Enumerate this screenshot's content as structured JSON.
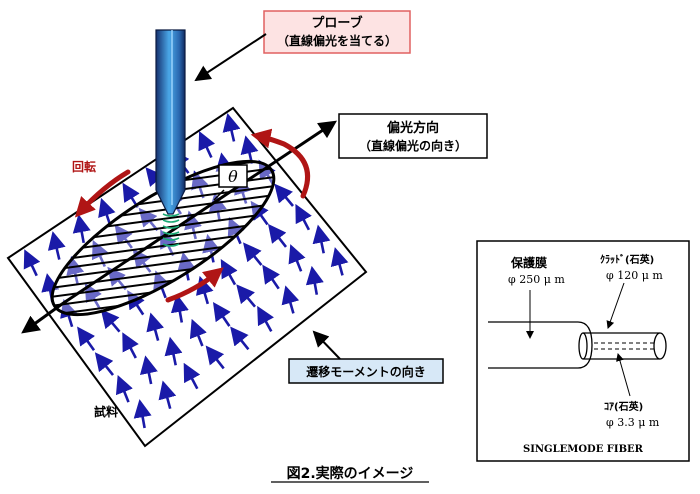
{
  "labels": {
    "probe": "プローブ",
    "probe_sub": "（直線偏光を当てる）",
    "polarization": "偏光方向",
    "polarization_sub": "（直線偏光の向き）",
    "rotation": "回転",
    "theta": "θ",
    "transition_moment": "遷移モーメントの向き",
    "sample": "試料",
    "caption": "図2.実際のイメージ"
  },
  "fiber": {
    "jacket": "保護膜",
    "jacket_dia": "φ 250 μ m",
    "cladding": "ｸﾗｯﾄﾞ(石英)",
    "cladding_dia": "φ 120 μ m",
    "core": "ｺｱ(石英)",
    "core_dia": "φ 3.3 μ m",
    "title": "SINGLEMODE FIBER"
  },
  "colors": {
    "probe_label_bg": "#fde3e3",
    "probe_label_border": "#e06060",
    "arrow_blue": "#1a1aa8",
    "rotation_red": "#b01515",
    "probe_blue": "#3a86c8",
    "near_field_green": "#19a874",
    "transition_bg": "#d7e8f7"
  }
}
